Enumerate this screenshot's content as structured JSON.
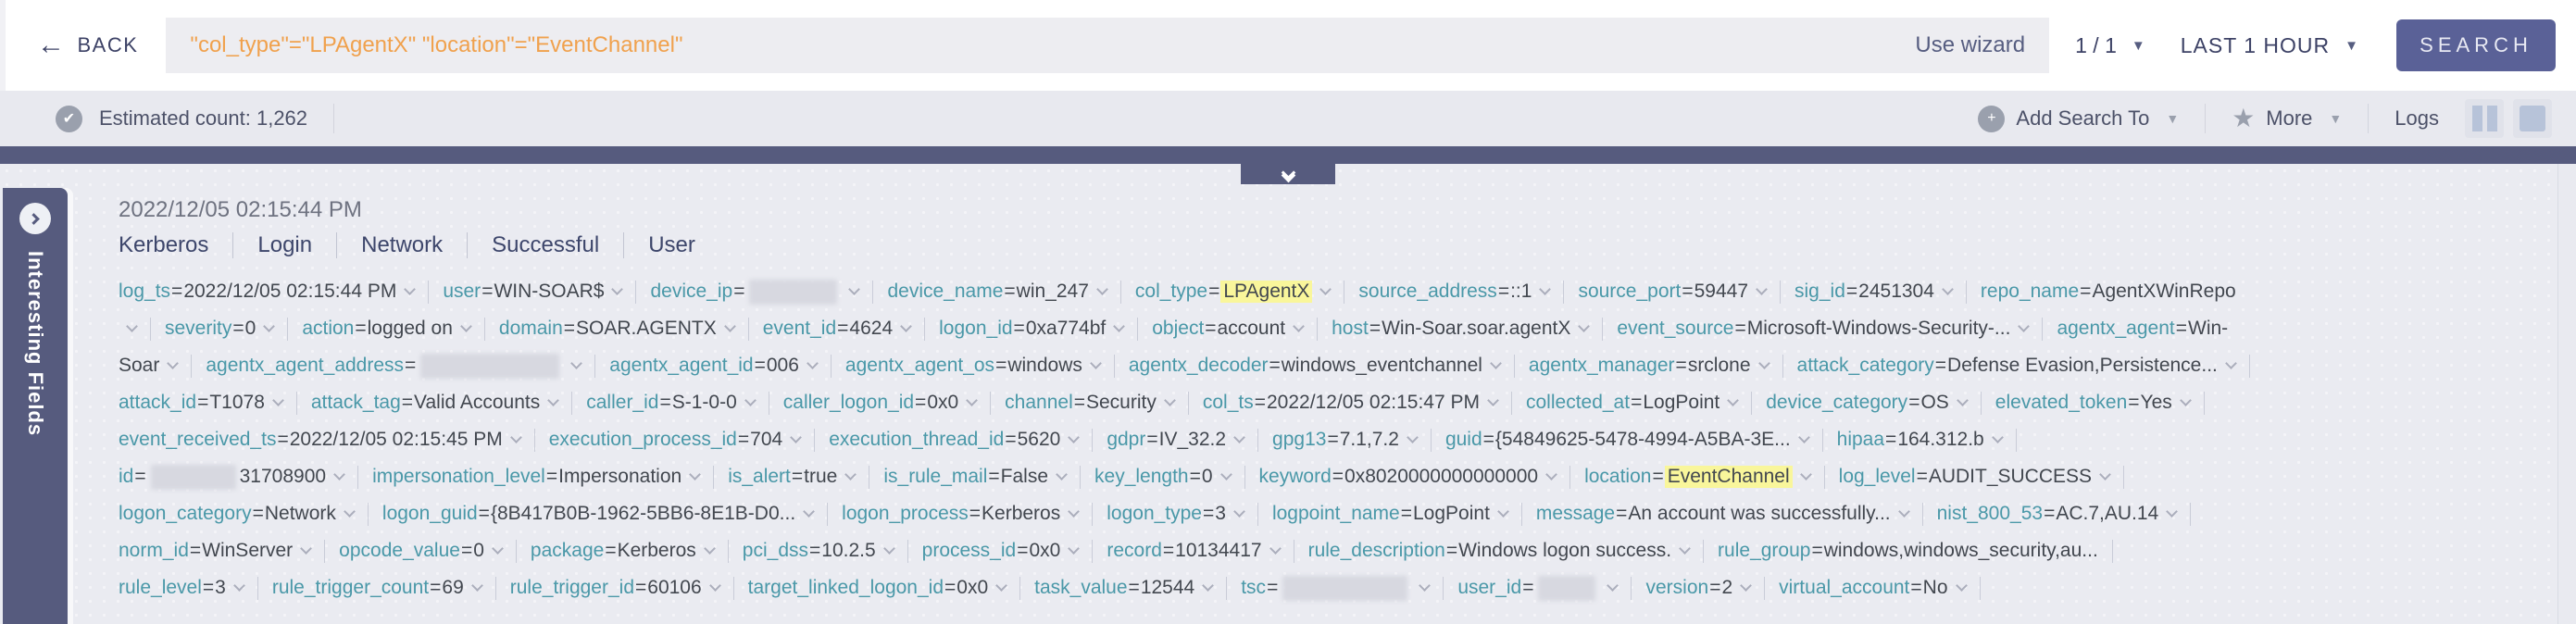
{
  "topbar": {
    "back_label": "BACK",
    "query": "\"col_type\"=\"LPAgentX\" \"location\"=\"EventChannel\"",
    "use_wizard_label": "Use wizard",
    "page_indicator": "1 / 1",
    "time_range": "LAST 1 HOUR",
    "search_label": "SEARCH"
  },
  "statusbar": {
    "estimated_count": "Estimated count: 1,262",
    "add_search_to_label": "Add Search To",
    "more_label": "More",
    "logs_label": "Logs"
  },
  "sidebar": {
    "title": "Interesting Fields"
  },
  "colors": {
    "accent_orange": "#f0a14d",
    "slate": "#565b7e",
    "button_indigo": "#5a6197",
    "key_teal": "#4a98a8",
    "highlight_yellow": "#f9f69b"
  },
  "log": {
    "timestamp": "2022/12/05 02:15:44 PM",
    "tags": [
      "Kerberos",
      "Login",
      "Network",
      "Successful",
      "User"
    ],
    "rows": [
      [
        {
          "k": "log_ts",
          "v": "2022/12/05 02:15:44 PM"
        },
        {
          "k": "user",
          "v": "WIN-SOAR$"
        },
        {
          "k": "device_ip",
          "v": "",
          "redact": 95
        },
        {
          "k": "device_name",
          "v": "win_247"
        },
        {
          "k": "col_type",
          "v": "LPAgentX",
          "hl": true
        },
        {
          "k": "source_address",
          "v": "::1"
        },
        {
          "k": "source_port",
          "v": "59447"
        },
        {
          "k": "sig_id",
          "v": "2451304"
        },
        {
          "k": "repo_name",
          "v": "AgentXWinRepo",
          "nochev": true,
          "nodiv": true
        }
      ],
      [
        {
          "cont": ""
        },
        {
          "k": "severity",
          "v": "0"
        },
        {
          "k": "action",
          "v": "logged on"
        },
        {
          "k": "domain",
          "v": "SOAR.AGENTX"
        },
        {
          "k": "event_id",
          "v": "4624"
        },
        {
          "k": "logon_id",
          "v": "0xa774bf"
        },
        {
          "k": "object",
          "v": "account"
        },
        {
          "k": "host",
          "v": "Win-Soar.soar.agentX"
        },
        {
          "k": "event_source",
          "v": "Microsoft-Windows-Security-..."
        },
        {
          "k": "agentx_agent",
          "v": "Win-",
          "nochev": true,
          "nodiv": true
        }
      ],
      [
        {
          "cont": "Soar"
        },
        {
          "k": "agentx_agent_address",
          "v": "",
          "redact": 150
        },
        {
          "k": "agentx_agent_id",
          "v": "006"
        },
        {
          "k": "agentx_agent_os",
          "v": "windows"
        },
        {
          "k": "agentx_decoder",
          "v": "windows_eventchannel"
        },
        {
          "k": "agentx_manager",
          "v": "srclone"
        },
        {
          "k": "attack_category",
          "v": "Defense Evasion,Persistence..."
        }
      ],
      [
        {
          "k": "attack_id",
          "v": "T1078"
        },
        {
          "k": "attack_tag",
          "v": "Valid Accounts"
        },
        {
          "k": "caller_id",
          "v": "S-1-0-0"
        },
        {
          "k": "caller_logon_id",
          "v": "0x0"
        },
        {
          "k": "channel",
          "v": "Security"
        },
        {
          "k": "col_ts",
          "v": "2022/12/05 02:15:47 PM"
        },
        {
          "k": "collected_at",
          "v": "LogPoint"
        },
        {
          "k": "device_category",
          "v": "OS"
        },
        {
          "k": "elevated_token",
          "v": "Yes"
        }
      ],
      [
        {
          "k": "event_received_ts",
          "v": "2022/12/05 02:15:45 PM"
        },
        {
          "k": "execution_process_id",
          "v": "704"
        },
        {
          "k": "execution_thread_id",
          "v": "5620"
        },
        {
          "k": "gdpr",
          "v": "IV_32.2"
        },
        {
          "k": "gpg13",
          "v": "7.1,7.2"
        },
        {
          "k": "guid",
          "v": "{54849625-5478-4994-A5BA-3E..."
        },
        {
          "k": "hipaa",
          "v": "164.312.b"
        }
      ],
      [
        {
          "k": "id",
          "v": "31708900",
          "redact_prefix": 92
        },
        {
          "k": "impersonation_level",
          "v": "Impersonation"
        },
        {
          "k": "is_alert",
          "v": "true"
        },
        {
          "k": "is_rule_mail",
          "v": "False"
        },
        {
          "k": "key_length",
          "v": "0"
        },
        {
          "k": "keyword",
          "v": "0x8020000000000000"
        },
        {
          "k": "location",
          "v": "EventChannel",
          "hl": true
        },
        {
          "k": "log_level",
          "v": "AUDIT_SUCCESS"
        }
      ],
      [
        {
          "k": "logon_category",
          "v": "Network"
        },
        {
          "k": "logon_guid",
          "v": "{8B417B0B-1962-5BB6-8E1B-D0..."
        },
        {
          "k": "logon_process",
          "v": "Kerberos"
        },
        {
          "k": "logon_type",
          "v": "3"
        },
        {
          "k": "logpoint_name",
          "v": "LogPoint"
        },
        {
          "k": "message",
          "v": "An account was successfully..."
        },
        {
          "k": "nist_800_53",
          "v": "AC.7,AU.14"
        }
      ],
      [
        {
          "k": "norm_id",
          "v": "WinServer"
        },
        {
          "k": "opcode_value",
          "v": "0"
        },
        {
          "k": "package",
          "v": "Kerberos"
        },
        {
          "k": "pci_dss",
          "v": "10.2.5"
        },
        {
          "k": "process_id",
          "v": "0x0"
        },
        {
          "k": "record",
          "v": "10134417"
        },
        {
          "k": "rule_description",
          "v": "Windows logon success."
        },
        {
          "k": "rule_group",
          "v": "windows,windows_security,au...",
          "nochev": true
        }
      ],
      [
        {
          "k": "rule_level",
          "v": "3"
        },
        {
          "k": "rule_trigger_count",
          "v": "69"
        },
        {
          "k": "rule_trigger_id",
          "v": "60106"
        },
        {
          "k": "target_linked_logon_id",
          "v": "0x0"
        },
        {
          "k": "task_value",
          "v": "12544"
        },
        {
          "k": "tsc",
          "v": "",
          "redact": 135
        },
        {
          "k": "user_id",
          "v": "",
          "redact": 62
        },
        {
          "k": "version",
          "v": "2"
        },
        {
          "k": "virtual_account",
          "v": "No"
        }
      ]
    ]
  }
}
